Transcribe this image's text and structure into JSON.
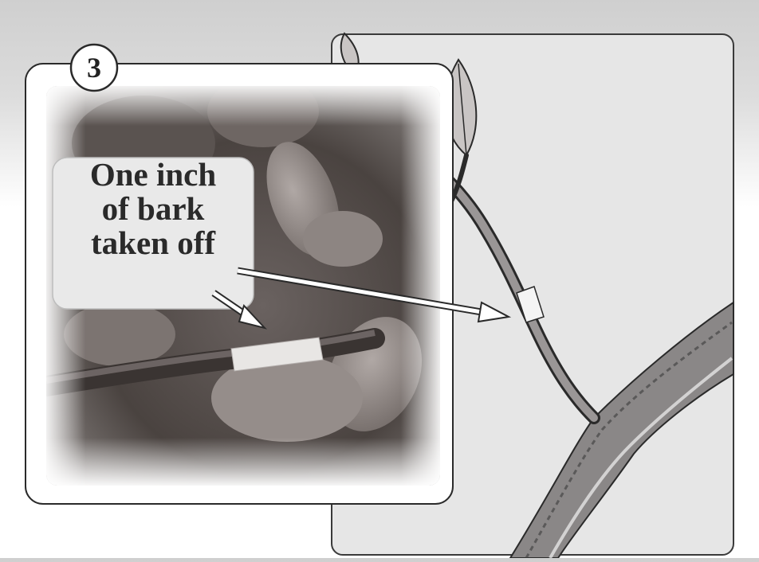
{
  "step_number": "3",
  "callout": {
    "line1": "One inch",
    "line2": "of bark",
    "line3": "taken off"
  },
  "colors": {
    "panel_bg": "#e6e6e6",
    "panel_border": "#3a3a3a",
    "photo_bg": "#4a4340",
    "branch": "#5a5757",
    "bark_removed": "#dcdcdc",
    "callout_bg": "#e9e9e9",
    "text": "#2a2a2a"
  }
}
